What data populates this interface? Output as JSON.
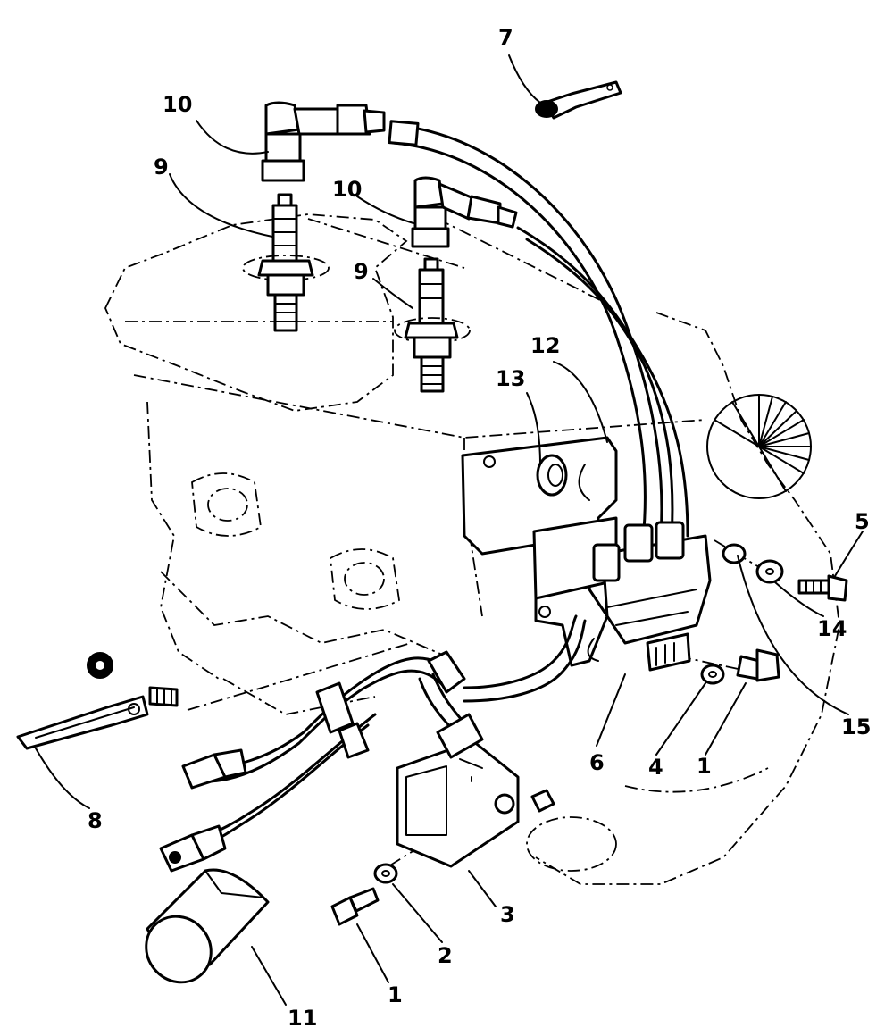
{
  "callouts": {
    "c1a": "1",
    "c1b": "1",
    "c2": "2",
    "c3": "3",
    "c4": "4",
    "c5": "5",
    "c6": "6",
    "c7": "7",
    "c8": "8",
    "c9a": "9",
    "c9b": "9",
    "c10a": "10",
    "c10b": "10",
    "c11": "11",
    "c12": "12",
    "c13": "13",
    "c14": "14",
    "c15": "15"
  }
}
